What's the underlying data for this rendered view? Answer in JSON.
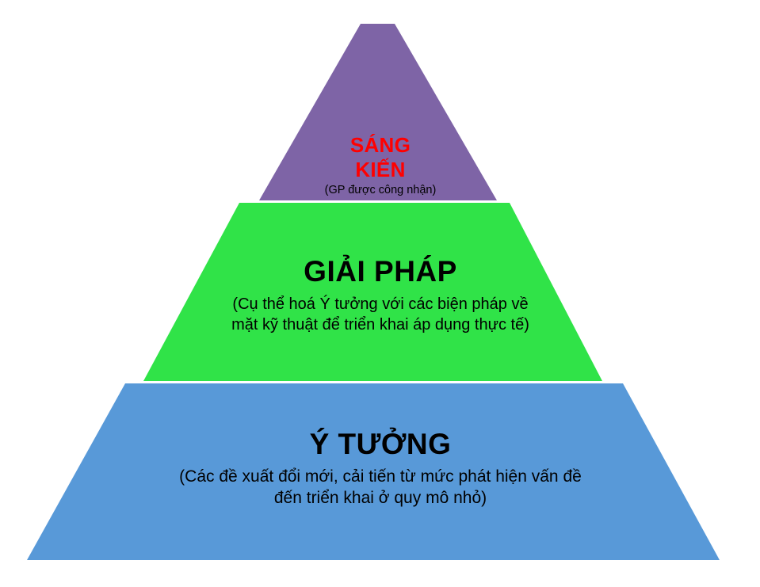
{
  "diagram": {
    "type": "pyramid",
    "orientation": "bottom-up",
    "background_color": "#ffffff",
    "tier_count": 3,
    "tiers": [
      {
        "id": "sang-kien",
        "level": 3,
        "position": "top",
        "shape": "triangle-apex",
        "fill_color": "#7e64a6",
        "title_lines": [
          "SÁNG",
          "KIẾN"
        ],
        "title_color": "#ff0000",
        "subtitle_lines": [
          "(GP được công nhận)"
        ],
        "subtitle_color": "#000000"
      },
      {
        "id": "giai-phap",
        "level": 2,
        "position": "middle",
        "shape": "trapezoid",
        "fill_color": "#30e348",
        "title_lines": [
          "GIẢI PHÁP"
        ],
        "title_color": "#000000",
        "subtitle_lines": [
          "(Cụ thể hoá Ý tưởng với các biện pháp về",
          "mặt kỹ thuật để triển khai áp dụng thực tế)"
        ],
        "subtitle_color": "#000000"
      },
      {
        "id": "y-tuong",
        "level": 1,
        "position": "bottom",
        "shape": "trapezoid",
        "fill_color": "#5899d8",
        "title_lines": [
          "Ý TƯỞNG"
        ],
        "title_color": "#000000",
        "subtitle_lines": [
          "(Các đề xuất đổi mới, cải tiến từ mức phát hiện vấn đề",
          "đến triển khai ở quy mô nhỏ)"
        ],
        "subtitle_color": "#000000"
      }
    ]
  },
  "colors": {
    "purple": "#7e64a6",
    "green": "#30e348",
    "blue": "#5899d8",
    "red": "#ff0000",
    "black": "#000000",
    "white": "#ffffff"
  }
}
